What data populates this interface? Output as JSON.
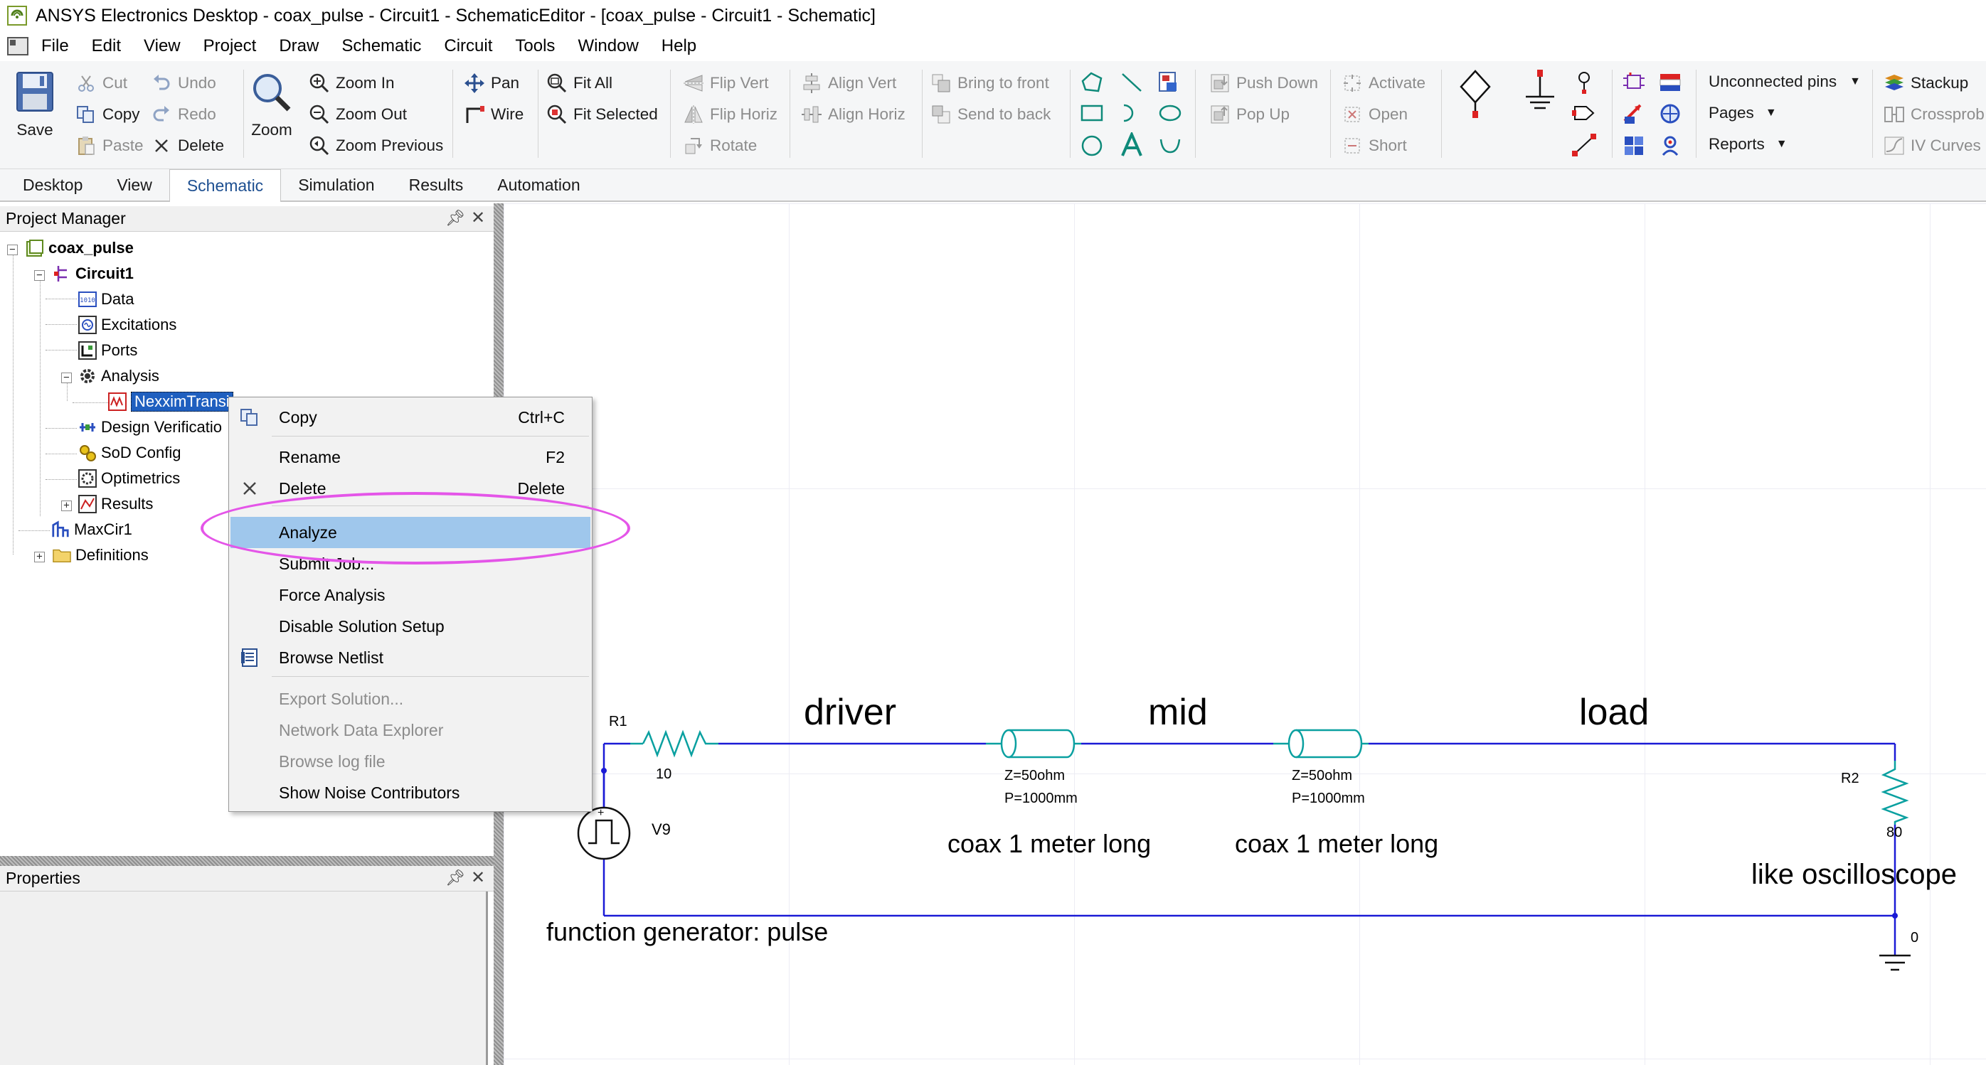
{
  "window": {
    "title": "ANSYS Electronics Desktop - coax_pulse - Circuit1 - SchematicEditor - [coax_pulse - Circuit1 - Schematic]"
  },
  "menu": [
    "File",
    "Edit",
    "View",
    "Project",
    "Draw",
    "Schematic",
    "Circuit",
    "Tools",
    "Window",
    "Help"
  ],
  "ribbon": {
    "save": "Save",
    "cut": "Cut",
    "copy": "Copy",
    "paste": "Paste",
    "undo": "Undo",
    "redo": "Redo",
    "delete": "Delete",
    "zoom": "Zoom",
    "zoom_in": "Zoom In",
    "zoom_out": "Zoom Out",
    "zoom_previous": "Zoom Previous",
    "pan": "Pan",
    "wire": "Wire",
    "fit_all": "Fit All",
    "fit_selected": "Fit Selected",
    "flip_vert": "Flip Vert",
    "flip_horiz": "Flip Horiz",
    "rotate": "Rotate",
    "align_vert": "Align Vert",
    "align_horiz": "Align Horiz",
    "bring_to_front": "Bring to front",
    "send_to_back": "Send to back",
    "push_down": "Push Down",
    "pop_up": "Pop Up",
    "activate": "Activate",
    "open": "Open",
    "short": "Short",
    "unconnected_pins": "Unconnected pins",
    "pages": "Pages",
    "reports": "Reports",
    "stackup": "Stackup",
    "crossprob": "Crossprob",
    "iv_curves": "IV Curves"
  },
  "tabs": [
    {
      "label": "Desktop",
      "active": false
    },
    {
      "label": "View",
      "active": false
    },
    {
      "label": "Schematic",
      "active": true
    },
    {
      "label": "Simulation",
      "active": false
    },
    {
      "label": "Results",
      "active": false
    },
    {
      "label": "Automation",
      "active": false
    }
  ],
  "project_manager": {
    "title": "Project Manager",
    "tree": {
      "project": "coax_pulse",
      "circuit": "Circuit1",
      "data": "Data",
      "excitations": "Excitations",
      "ports": "Ports",
      "analysis": "Analysis",
      "setup": "NexximTransi",
      "design_verification": "Design Verificatio",
      "sod_config": "SoD Config",
      "optimetrics": "Optimetrics",
      "results": "Results",
      "maxcir": "MaxCir1",
      "definitions": "Definitions"
    }
  },
  "properties": {
    "title": "Properties"
  },
  "context_menu": {
    "copy": {
      "label": "Copy",
      "shortcut": "Ctrl+C"
    },
    "rename": {
      "label": "Rename",
      "shortcut": "F2"
    },
    "delete": {
      "label": "Delete",
      "shortcut": "Delete"
    },
    "analyze": {
      "label": "Analyze"
    },
    "submit_job": {
      "label": "Submit Job..."
    },
    "force_analysis": {
      "label": "Force Analysis"
    },
    "disable_solution_setup": {
      "label": "Disable Solution Setup"
    },
    "browse_netlist": {
      "label": "Browse Netlist"
    },
    "export_solution": {
      "label": "Export Solution..."
    },
    "network_data_explorer": {
      "label": "Network Data Explorer"
    },
    "browse_log_file": {
      "label": "Browse log file"
    },
    "show_noise_contributors": {
      "label": "Show Noise Contributors"
    }
  },
  "schematic": {
    "r1_name": "R1",
    "r1_value": "10",
    "v9_name": "V9",
    "net_driver": "driver",
    "net_mid": "mid",
    "net_load": "load",
    "tl1_z": "Z=50ohm",
    "tl1_p": "P=1000mm",
    "tl1_note": "coax 1 meter long",
    "tl2_z": "Z=50ohm",
    "tl2_p": "P=1000mm",
    "tl2_note": "coax 1 meter long",
    "r2_name": "R2",
    "r2_value": "80",
    "r2_note": "like oscilloscope",
    "gen_note": "function generator: pulse",
    "ground_label": "0"
  },
  "colors": {
    "wire": "#1a1ad6",
    "component": "#0aa0a0",
    "annotation": "#e455e8",
    "highlight": "#9fc7ec",
    "selection": "#1f5fbf"
  }
}
